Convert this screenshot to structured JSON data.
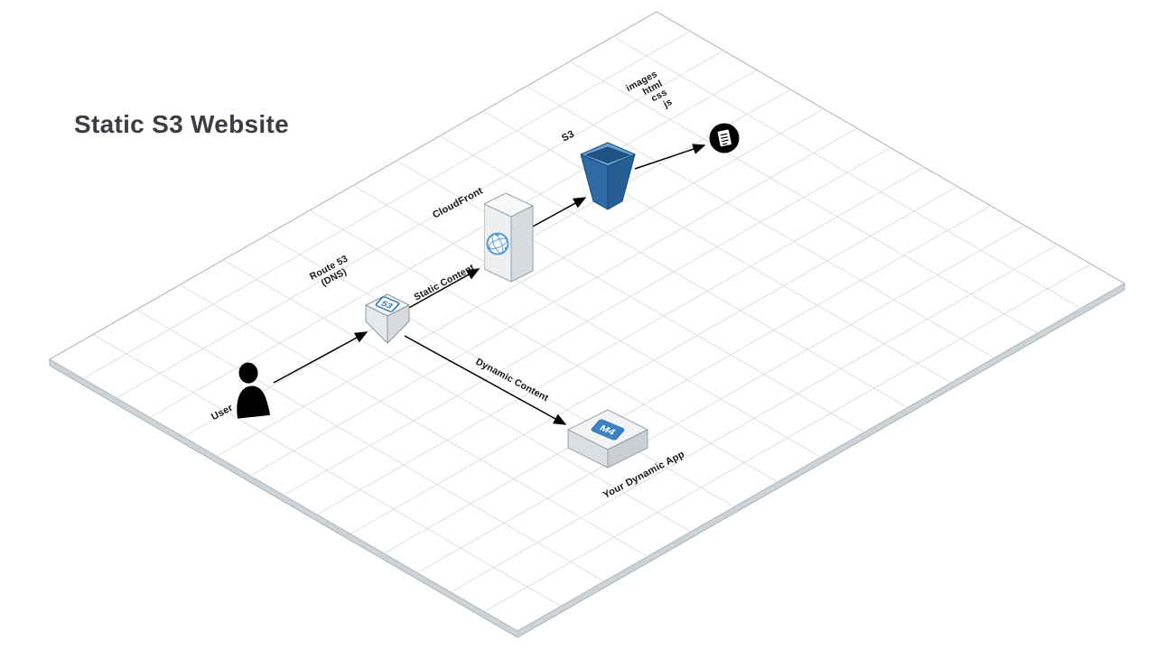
{
  "title": "Static S3 Website",
  "colors": {
    "accent_blue": "#2e78b8",
    "bucket_blue": "#2e6ba6",
    "badge_fill_blue": "#3c82c4",
    "grid_line": "#dbdfe4",
    "label_text": "#14171a"
  },
  "nodes": {
    "user": {
      "label": "User",
      "icon": "person-silhouette"
    },
    "route53": {
      "label_line1": "Route 53",
      "label_line2": "(DNS)",
      "badge": "53",
      "icon": "route53-shield"
    },
    "cloudfront": {
      "label": "CloudFront",
      "icon": "cloudfront-distribution"
    },
    "s3_bucket": {
      "label": "S3",
      "icon": "s3-bucket"
    },
    "site_files": {
      "lines": [
        "images",
        "html",
        "css",
        "js"
      ],
      "icon": "document-in-circle"
    },
    "dynamic_app": {
      "label": "Your Dynamic App",
      "badge": "M4",
      "icon": "isometric-server-box"
    }
  },
  "edges": {
    "static_content": {
      "label": "Static Content"
    },
    "dynamic_content": {
      "label": "Dynamic Content"
    }
  }
}
